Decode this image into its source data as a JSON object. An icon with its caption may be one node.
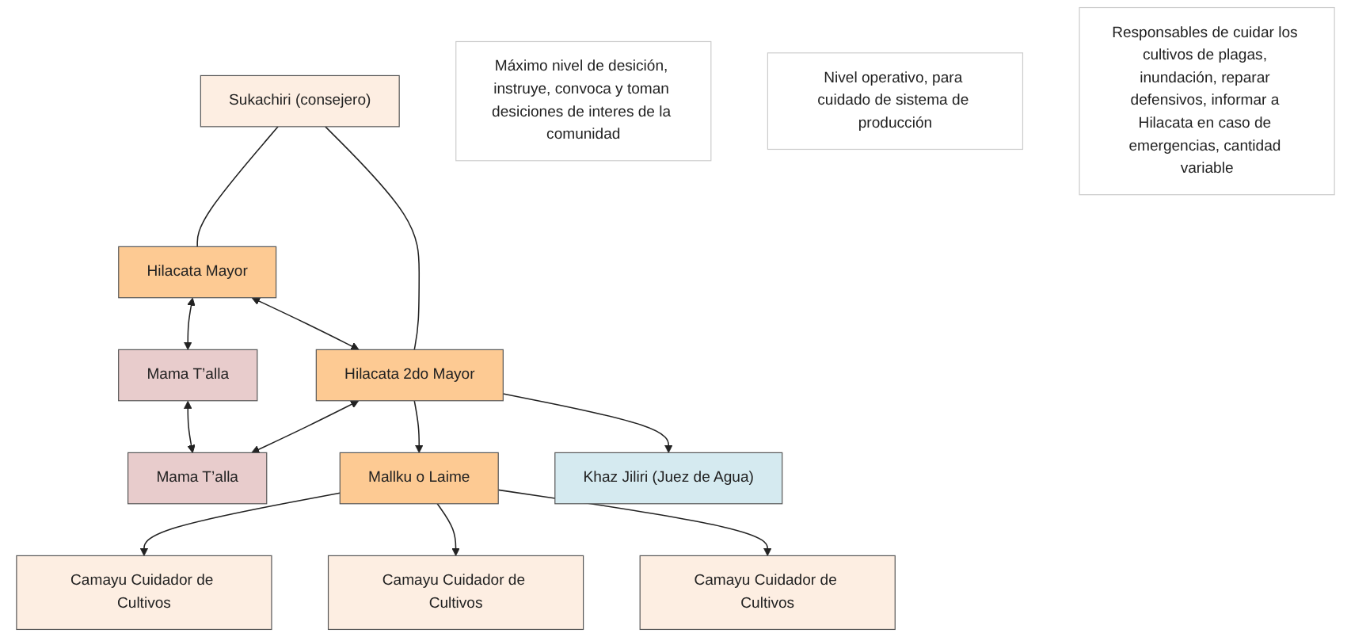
{
  "diagram": {
    "nodes": [
      {
        "text": [
          "Hilacata Mayor"
        ]
      },
      {
        "text": [
          "Mama T’alla"
        ]
      },
      {
        "text": [
          "Sukachiri (consejero)"
        ]
      },
      {
        "text": [
          "Hilacata 2do Mayor"
        ]
      },
      {
        "text": [
          "Mama T’alla"
        ]
      },
      {
        "text": [
          "Mallku o Laime"
        ]
      },
      {
        "text": [
          "Khaz Jiliri (Juez de Agua)"
        ]
      },
      {
        "text": [
          "Camayu Cuidador de Cultivos"
        ]
      },
      {
        "text": [
          "Camayu Cuidador de Cultivos"
        ]
      },
      {
        "text": [
          "Camayu Cuidador de Cultivos"
        ]
      },
      {
        "text": [
          "Máximo nivel de desición, instruye, convoca y toman desiciones de interes de la comunidad"
        ]
      },
      {
        "text": [
          "Nivel operativo, para cuidado de sistema de producción"
        ]
      },
      {
        "text": [
          "Responsables de cuidar los cultivos de plagas, inundación, reparar defensivos, informar a Hilacata en caso de emergencias, cantidad variable"
        ]
      }
    ],
    "edges": [
      {
        "from": 0,
        "to": 1,
        "arrow": "both"
      },
      {
        "from": 0,
        "to": 3,
        "arrow": "both"
      },
      {
        "from": 1,
        "to": 4,
        "arrow": "both"
      },
      {
        "from": 2,
        "to": 0,
        "arrow": "none"
      },
      {
        "from": 2,
        "to": 3,
        "arrow": "none"
      },
      {
        "from": 3,
        "to": 4,
        "arrow": "both"
      },
      {
        "from": 3,
        "to": 5,
        "arrow": "to"
      },
      {
        "from": 3,
        "to": 6,
        "arrow": "to"
      },
      {
        "from": 5,
        "to": 7,
        "arrow": "to"
      },
      {
        "from": 5,
        "to": 8,
        "arrow": "to"
      },
      {
        "from": 5,
        "to": 9,
        "arrow": "to"
      }
    ]
  }
}
